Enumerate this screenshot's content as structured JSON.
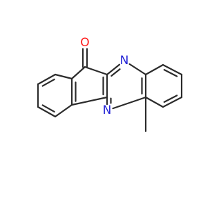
{
  "molecule": {
    "colors": {
      "bond": "#2b2b2b",
      "nitrogen": "#2323d6",
      "oxygen": "#ff1a1a",
      "background": "#ffffff"
    },
    "atom_labels": {
      "oxygen": "O",
      "nitrogen_top": "N",
      "nitrogen_bottom": "N"
    }
  }
}
